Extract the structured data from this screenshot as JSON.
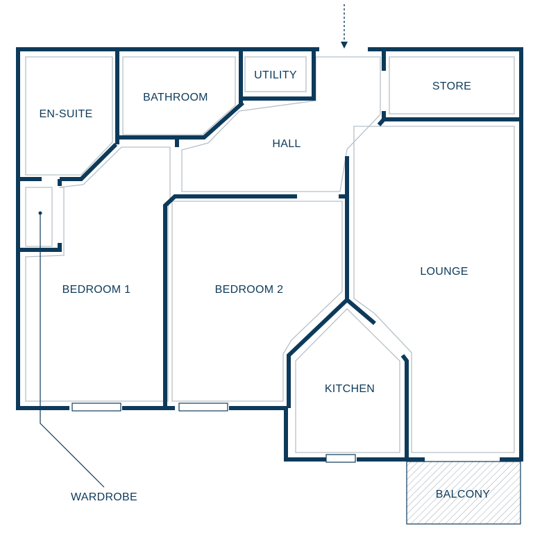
{
  "rooms": {
    "en_suite": "EN-SUITE",
    "bathroom": "BATHROOM",
    "utility": "UTILITY",
    "store": "STORE",
    "hall": "HALL",
    "bedroom_1": "BEDROOM 1",
    "bedroom_2": "BEDROOM 2",
    "lounge": "LOUNGE",
    "kitchen": "KITCHEN",
    "balcony": "BALCONY"
  },
  "callouts": {
    "wardrobe": "WARDROBE"
  },
  "colors": {
    "wall": "#0d3a5a",
    "inner_line": "#b6c0c7"
  },
  "icons": {
    "entrance": "entrance-arrow-icon"
  }
}
